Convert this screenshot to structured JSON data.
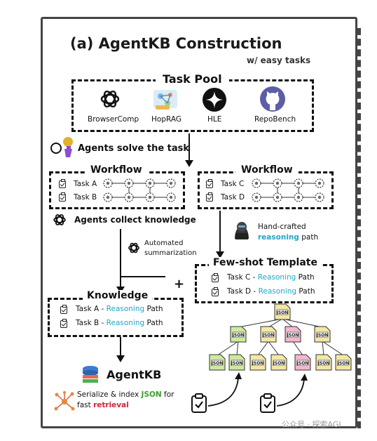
{
  "title": "(a) AgentKB Construction",
  "subtitle": "w/ easy tasks",
  "task_pool": {
    "heading": "Task Pool",
    "items": [
      {
        "label": "BrowserComp",
        "icon": "openai-logo-icon"
      },
      {
        "label": "HopRAG",
        "icon": "hoprag-logo-icon"
      },
      {
        "label": "HLE",
        "icon": "sparkle-icon"
      },
      {
        "label": "RepoBench",
        "icon": "github-icon"
      }
    ]
  },
  "agents_solve": "Agents solve the task",
  "workflow_left": {
    "heading": "Workflow",
    "tasks": [
      "Task A",
      "Task B"
    ]
  },
  "workflow_right": {
    "heading": "Workflow",
    "tasks": [
      "Task C",
      "Task D"
    ]
  },
  "agents_collect": "Agents collect knowledge",
  "hand_crafted": {
    "line1": "Hand-crafted",
    "highlight": "reasoning",
    "rest": " path"
  },
  "automated": {
    "line1": "Automated",
    "line2": "summarization"
  },
  "few_shot": {
    "heading": "Few-shot Template",
    "rows": [
      {
        "prefix": "Task C - ",
        "highlight": "Reasoning",
        "suffix": " Path"
      },
      {
        "prefix": "Task D - ",
        "highlight": "Reasoning",
        "suffix": " Path"
      }
    ]
  },
  "plus": "+",
  "knowledge": {
    "heading": "Knowledge",
    "rows": [
      {
        "prefix": "Task A - ",
        "highlight": "Reasoning",
        "suffix": " Path"
      },
      {
        "prefix": "Task B - ",
        "highlight": "Reasoning",
        "suffix": " Path"
      }
    ]
  },
  "agentkb": "AgentKB",
  "serialize": {
    "part1": "Serialize & index ",
    "json": "JSON",
    "part2": " for",
    "line2a": "fast ",
    "retrieval": "retrieval"
  },
  "json_label": "JSON",
  "watermark": "公众号 · 探索AGI",
  "colors": {
    "teal": "#22a6c8",
    "green": "#3aa02a",
    "red": "#d8233a",
    "json_yellow": "#f3e7a6",
    "json_green": "#cfe8a0",
    "json_pink": "#f4b6cf"
  }
}
